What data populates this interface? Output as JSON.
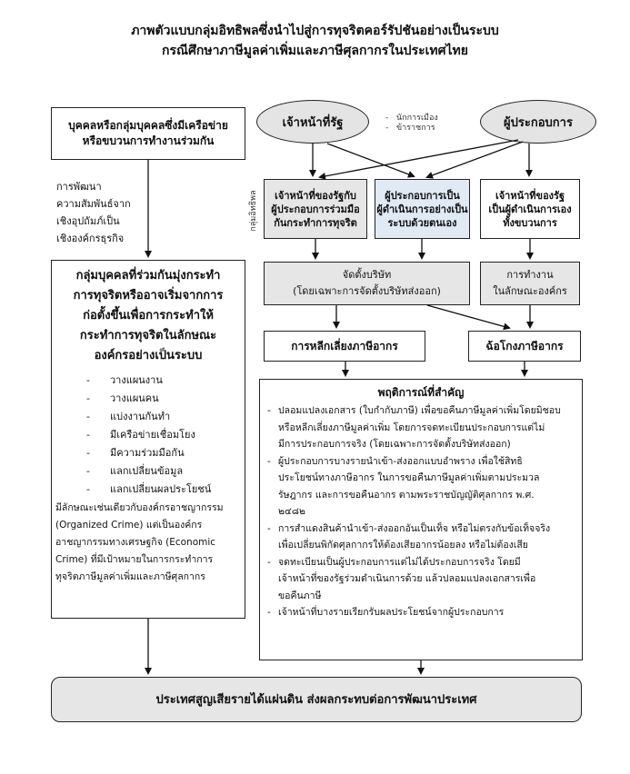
{
  "title": {
    "line1": "ภาพตัวแบบกลุ่มอิทธิพลซึ่งนำไปสู่การทุจริตคอร์รัปชันอย่างเป็นระบบ",
    "line2": "กรณีศึกษาภาษีมูลค่าเพิ่มและภาษีศุลกากรในประเทศไทย"
  },
  "network_box": {
    "line1": "บุคคลหรือกลุ่มบุคคลซึ่งมีเครือข่าย",
    "line2": "หรือขบวนการทำงานร่วมกัน"
  },
  "development_note": [
    "การพัฒนา",
    "ความสัมพันธ์จาก",
    "เชิงอุปถัมภ์เป็น",
    "เชิงองค์กรธุรกิจ"
  ],
  "official_ellipse": "เจ้าหน้าที่รัฐ",
  "entrepreneur_ellipse": "ผู้ประกอบการ",
  "official_types": [
    "นักการเมือง",
    "ข้าราชการ"
  ],
  "influence_group_label": "กลุ่มอิทธิพล",
  "group_box1": {
    "line1": "เจ้าหน้าที่ของรัฐกับ",
    "line2": "ผู้ประกอบการร่วมมือ",
    "line3": "กันกระทำการทุจริต"
  },
  "group_box2": {
    "line1": "ผู้ประกอบการเป็น",
    "line2": "ผู้ดำเนินการอย่างเป็น",
    "line3": "ระบบด้วยตนเอง"
  },
  "group_box3": {
    "line1": "เจ้าหน้าที่ของรัฐ",
    "line2": "เป็นผู้ดำเนินการเอง",
    "line3": "ทั้งขบวนการ"
  },
  "company_box": {
    "line1": "จัดตั้งบริษัท",
    "line2": "(โดยเฉพาะการจัดตั้งบริษัทส่งออก)"
  },
  "org_work_box": {
    "line1": "การทำงาน",
    "line2": "ในลักษณะองค์กร"
  },
  "tax_avoidance": "การหลีกเลี่ยงภาษีอากร",
  "tax_fraud": "ฉ้อโกงภาษีอากร",
  "main_group": {
    "heading": [
      "กลุ่มบุคคลที่ร่วมกันมุ่งกระทำ",
      "การทุจริตหรืออาจเริ่มจากการ",
      "ก่อตั้งขึ้นเพื่อการกระทำให้",
      "กระทำการทุจริตในลักษณะ",
      "องค์กรอย่างเป็นระบบ"
    ],
    "items": [
      "วางแผนงาน",
      "วางแผนคน",
      "แบ่งงานกันทำ",
      "มีเครือข่ายเชื่อมโยง",
      "มีความร่วมมือกัน",
      "แลกเปลี่ยนข้อมูล",
      "แลกเปลี่ยนผลประโยชน์"
    ],
    "footer": [
      "มีลักษณะเช่นเดียวกับองค์กรอาชญากรรม",
      "(Organized Crime) แต่เป็นองค์กร",
      "อาชญากรรมทางเศรษฐกิจ (Economic",
      "Crime) ที่มีเป้าหมายในการกระทำการ",
      "ทุจริตภาษีมูลค่าเพิ่มและภาษีศุลกากร"
    ]
  },
  "behaviors": {
    "heading": "พฤติการณ์ที่สำคัญ",
    "items": [
      [
        "ปลอมแปลงเอกสาร (ใบกำกับภาษี) เพื่อขอคืนภาษีมูลค่าเพิ่มโดยมิชอบ",
        "หรือหลีกเลี่ยงภาษีมูลค่าเพิ่ม โดยการจดทะเบียนประกอบการแต่ไม่",
        "มีการประกอบการจริง (โดยเฉพาะการจัดตั้งบริษัทส่งออก)"
      ],
      [
        "ผู้ประกอบการบางรายนำเข้า-ส่งออกแบบอำพราง เพื่อใช้สิทธิ",
        "ประโยชน์ทางภาษีอากร ในการขอคืนภาษีมูลค่าเพิ่มตามประมวล",
        "รัษฎากร และการขอคืนอากร ตามพระราชบัญญัติศุลกากร พ.ศ.",
        "๒๔๘๒"
      ],
      [
        "การสำแดงสินค้านำเข้า-ส่งออกอันเป็นเท็จ หรือไม่ตรงกับข้อเท็จจริง",
        "เพื่อเปลี่ยนพิกัดศุลกากรให้ต้องเสียอากรน้อยลง หรือไม่ต้องเสีย"
      ],
      [
        "จดทะเบียนเป็นผู้ประกอบการแต่ไม่ได้ประกอบการจริง โดยมี",
        "เจ้าหน้าที่ของรัฐร่วมดำเนินการด้วย แล้วปลอมแปลงเอกสารเพื่อ",
        "ขอคืนภาษี"
      ],
      [
        "เจ้าหน้าที่บางรายเรียกรับผลประโยชน์จากผู้ประกอบการ"
      ]
    ]
  },
  "result": "ประเทศสูญเสียรายได้แผ่นดิน ส่งผลกระทบต่อการพัฒนาประเทศ"
}
